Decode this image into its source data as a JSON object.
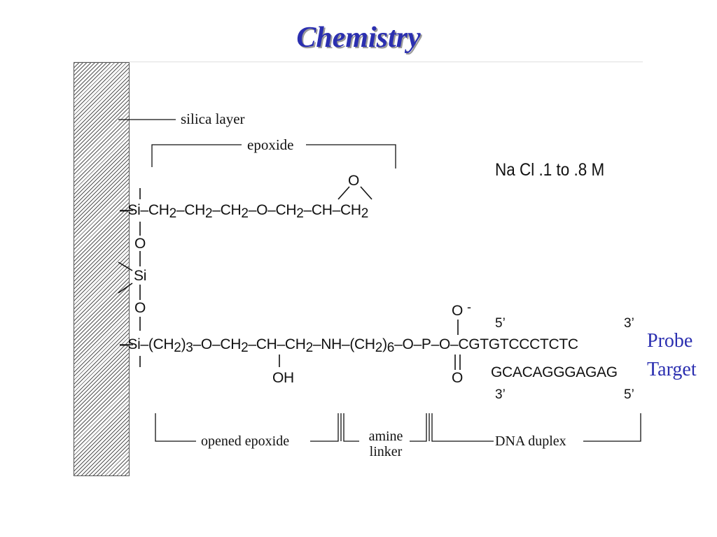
{
  "title": "Chemistry",
  "labels": {
    "silica_layer": "silica layer",
    "epoxide": "epoxide",
    "salt": "Na Cl  .1 to .8 M",
    "opened_epoxide": "opened epoxide",
    "amine_line1": "amine",
    "amine_line2": "linker",
    "dna_duplex": "DNA duplex"
  },
  "molecule": {
    "si_top": "Si",
    "epoxide_chain": [
      "CH2",
      "CH2",
      "CH2",
      "O",
      "CH2",
      "CH",
      "CH2"
    ],
    "epoxide_ring_o": "O",
    "o1": "O",
    "si_mid": "Si",
    "o2": "O",
    "si_bottom": "Si",
    "phosphate_o_minus": "O",
    "phosphate_charge": "-",
    "phosphorus": "P",
    "phosphate_o_double": "O",
    "hydroxyl": "OH"
  },
  "dna": {
    "probe_seq": "CGTGTCCCTCTC",
    "target_seq": "GCACAGGGAGAG",
    "probe_5": "5’",
    "probe_3": "3’",
    "target_3": "3’",
    "target_5": "5’"
  },
  "legend": {
    "probe": "Probe",
    "target": "Target"
  },
  "colors": {
    "title": "#2b2fb0",
    "legend": "#2b2fb0"
  }
}
